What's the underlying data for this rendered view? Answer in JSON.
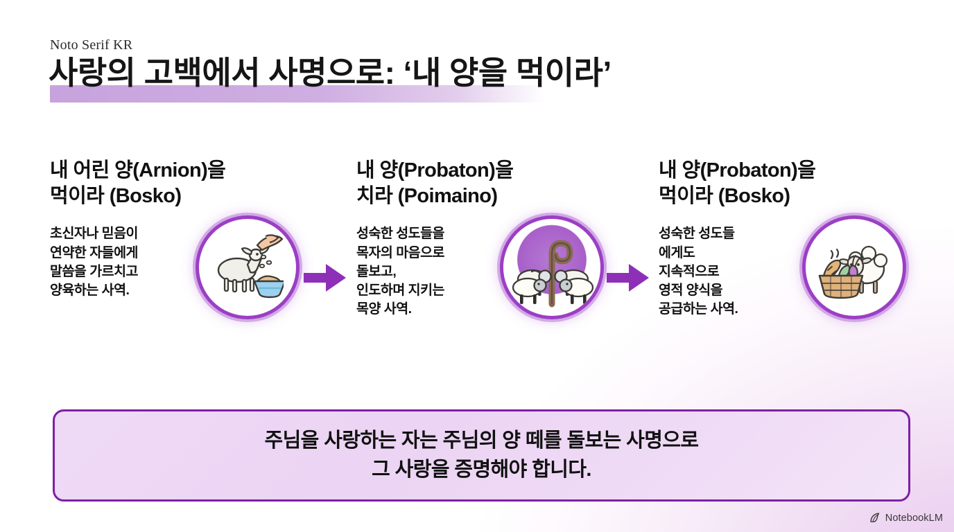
{
  "header": {
    "font_note": "Noto Serif KR",
    "title": "사랑의 고백에서 사명으로: ‘내 양을 먹이라’",
    "highlight_color": "#c7a3dd"
  },
  "columns": [
    {
      "heading": "내 어린 양(Arnion)을\n먹이라 (Bosko)",
      "body": "초신자나 믿음이\n연약한 자들에게\n말씀을 가르치고\n양육하는 사역.",
      "icon": "hand-feeding-lamb-icon"
    },
    {
      "heading": "내 양(Probaton)을\n치라 (Poimaino)",
      "body": "성숙한 성도들을\n목자의 마음으로\n돌보고,\n인도하며 지키는\n목양 사역.",
      "icon": "shepherd-staff-with-sheep-icon"
    },
    {
      "heading": "내 양(Probaton)을\n먹이라 (Bosko)",
      "body": "성숙한 성도들\n에게도\n지속적으로\n영적 양식을\n공급하는 사역.",
      "icon": "sheep-eating-bread-basket-icon"
    }
  ],
  "arrows": [
    {
      "name": "arrow-right-icon-1"
    },
    {
      "name": "arrow-right-icon-2"
    }
  ],
  "banner": {
    "text": "주님을 사랑하는 자는 주님의 양 떼를 돌보는 사명으로\n그 사랑을 증명해야 합니다.",
    "border_color": "#7d1fa3",
    "fill_color": "#eed9f5"
  },
  "watermark": {
    "label": "NotebookLM",
    "icon": "notebooklm-logo-icon"
  },
  "theme": {
    "accent_purple": "#8e2fb8",
    "ring_purple": "#9b3fc4",
    "text_dark": "#111111",
    "background": "#ffffff"
  }
}
